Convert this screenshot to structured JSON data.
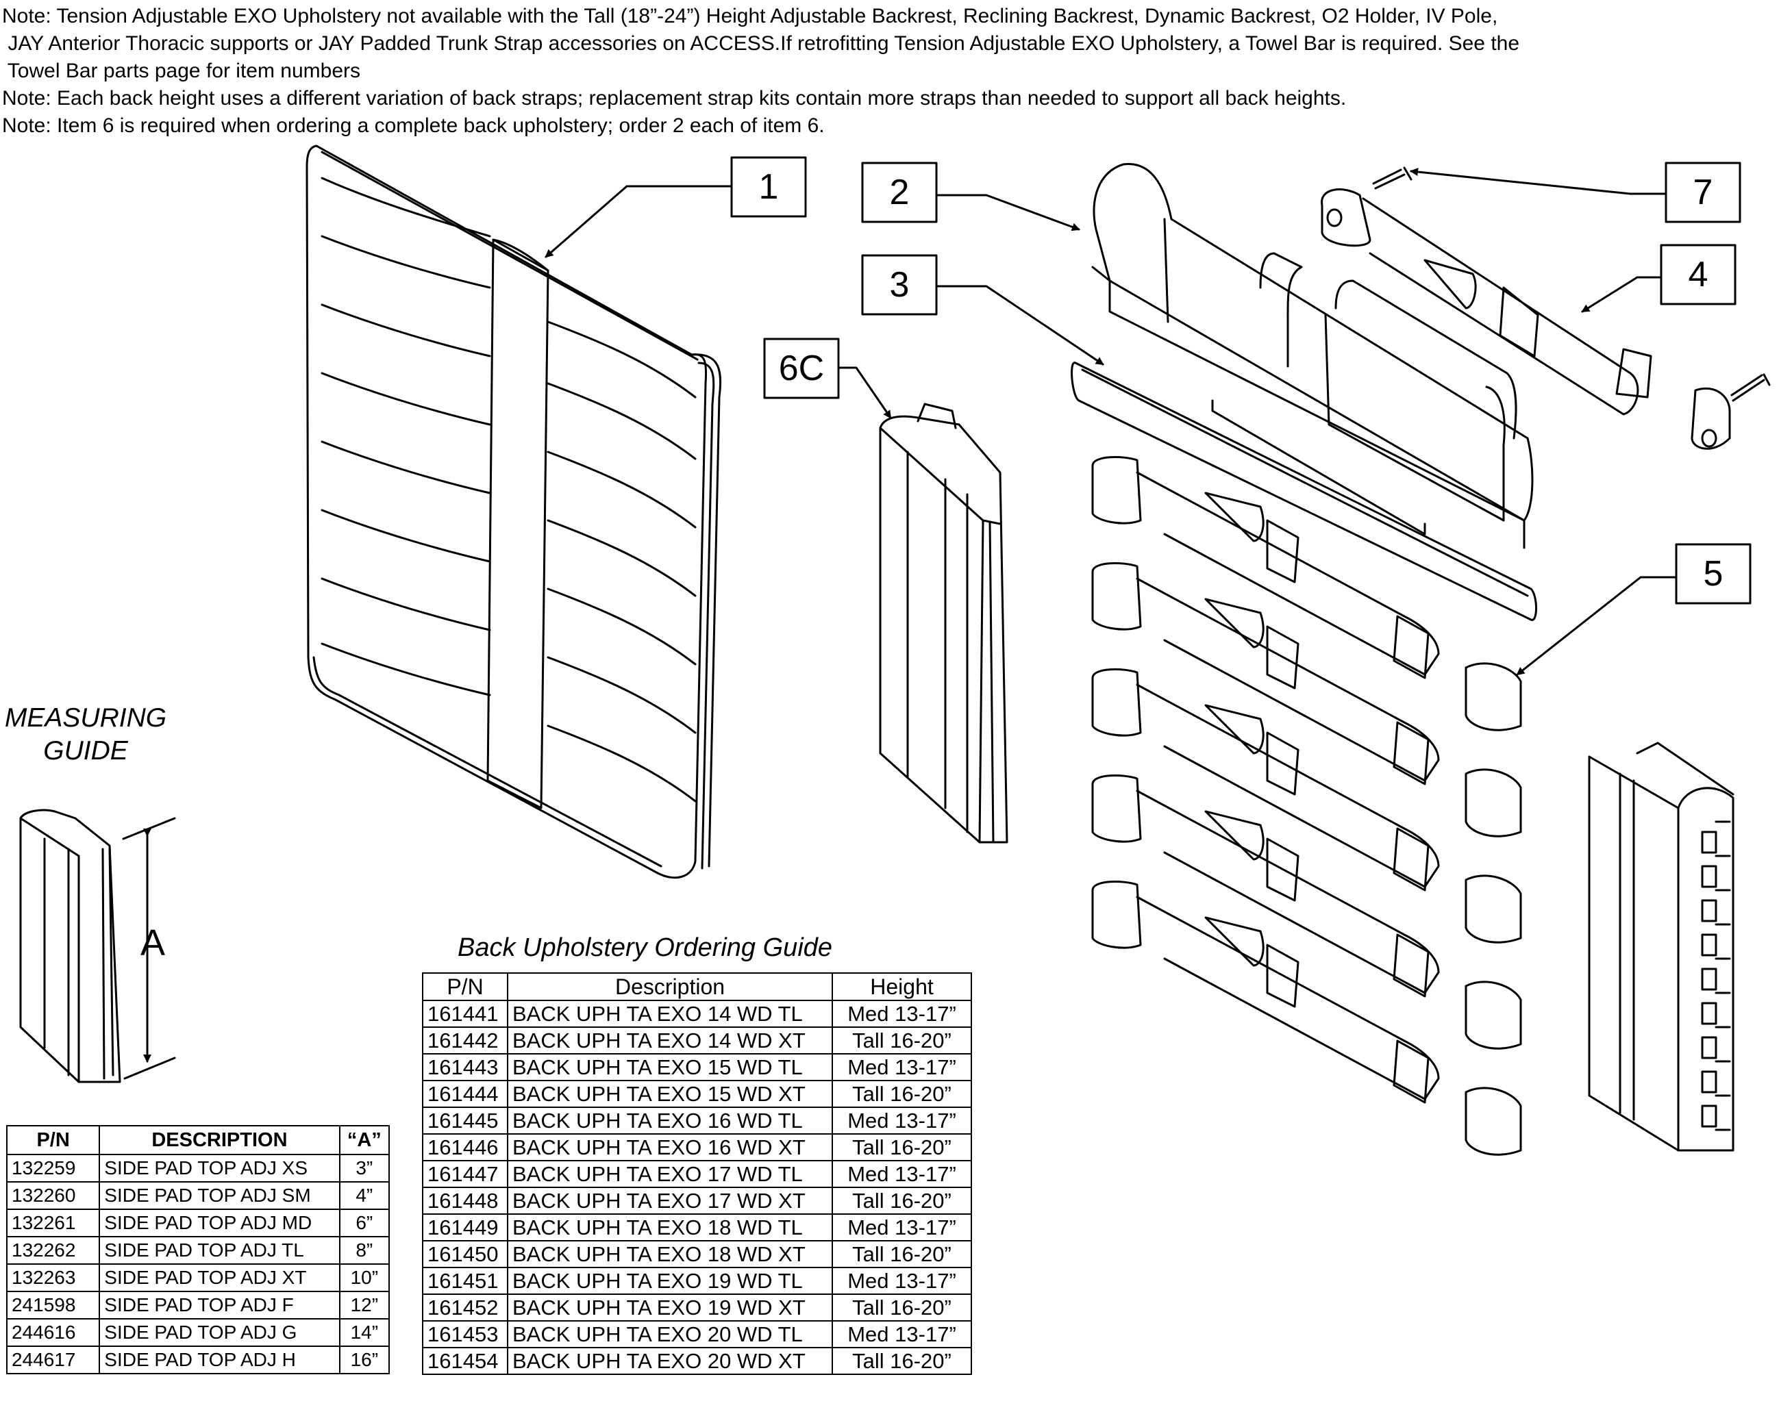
{
  "notes": [
    "Note: Tension Adjustable EXO Upholstery not available with the Tall (18”-24”) Height Adjustable Backrest, Reclining Backrest, Dynamic Backrest, O2 Holder, IV Pole,",
    " JAY Anterior Thoracic supports or JAY Padded Trunk Strap accessories on ACCESS.If retrofitting Tension Adjustable EXO Upholstery, a Towel Bar is required. See the",
    " Towel Bar parts page for item numbers",
    "Note: Each back height uses a different variation of back straps; replacement strap kits contain more straps than needed to support all back heights.",
    "Note: Item 6 is required when ordering a complete back upholstery; order 2 each of item 6."
  ],
  "callouts": {
    "c1": "1",
    "c2": "2",
    "c3": "3",
    "c4": "4",
    "c5": "5",
    "c6c": "6C",
    "c7": "7"
  },
  "measuring_guide": {
    "title_line1": "MEASURING",
    "title_line2": "GUIDE",
    "dimension_label": "A"
  },
  "side_pad_table": {
    "headers": [
      "P/N",
      "DESCRIPTION",
      "“A”"
    ],
    "rows": [
      [
        "132259",
        "SIDE PAD TOP ADJ XS",
        "3”"
      ],
      [
        "132260",
        "SIDE PAD TOP ADJ SM",
        "4”"
      ],
      [
        "132261",
        "SIDE PAD TOP ADJ MD",
        "6”"
      ],
      [
        "132262",
        "SIDE PAD TOP ADJ TL",
        "8”"
      ],
      [
        "132263",
        "SIDE PAD TOP ADJ XT",
        "10”"
      ],
      [
        "241598",
        "SIDE PAD TOP ADJ F",
        "12”"
      ],
      [
        "244616",
        "SIDE PAD TOP ADJ G",
        "14”"
      ],
      [
        "244617",
        "SIDE PAD TOP ADJ H",
        "16”"
      ]
    ]
  },
  "back_table": {
    "title": "Back Upholstery Ordering Guide",
    "headers": [
      "P/N",
      "Description",
      "Height"
    ],
    "rows": [
      [
        "161441",
        "BACK UPH TA EXO 14 WD TL",
        "Med 13-17”"
      ],
      [
        "161442",
        "BACK UPH TA EXO 14 WD XT",
        "Tall 16-20”"
      ],
      [
        "161443",
        "BACK UPH TA EXO 15 WD TL",
        "Med 13-17”"
      ],
      [
        "161444",
        "BACK UPH TA EXO 15 WD XT",
        "Tall 16-20”"
      ],
      [
        "161445",
        "BACK UPH TA EXO 16 WD TL",
        "Med 13-17”"
      ],
      [
        "161446",
        "BACK UPH TA EXO 16 WD XT",
        "Tall 16-20”"
      ],
      [
        "161447",
        "BACK UPH TA EXO 17 WD TL",
        "Med 13-17”"
      ],
      [
        "161448",
        "BACK UPH TA EXO 17 WD XT",
        "Tall 16-20”"
      ],
      [
        "161449",
        "BACK UPH TA EXO 18 WD TL",
        "Med 13-17”"
      ],
      [
        "161450",
        "BACK UPH TA EXO 18 WD XT",
        "Tall 16-20”"
      ],
      [
        "161451",
        "BACK UPH TA EXO 19 WD TL",
        "Med 13-17”"
      ],
      [
        "161452",
        "BACK UPH TA EXO 19 WD XT",
        "Tall 16-20”"
      ],
      [
        "161453",
        "BACK UPH TA EXO 20 WD TL",
        "Med 13-17”"
      ],
      [
        "161454",
        "BACK UPH TA EXO 20 WD XT",
        "Tall 16-20”"
      ]
    ]
  }
}
